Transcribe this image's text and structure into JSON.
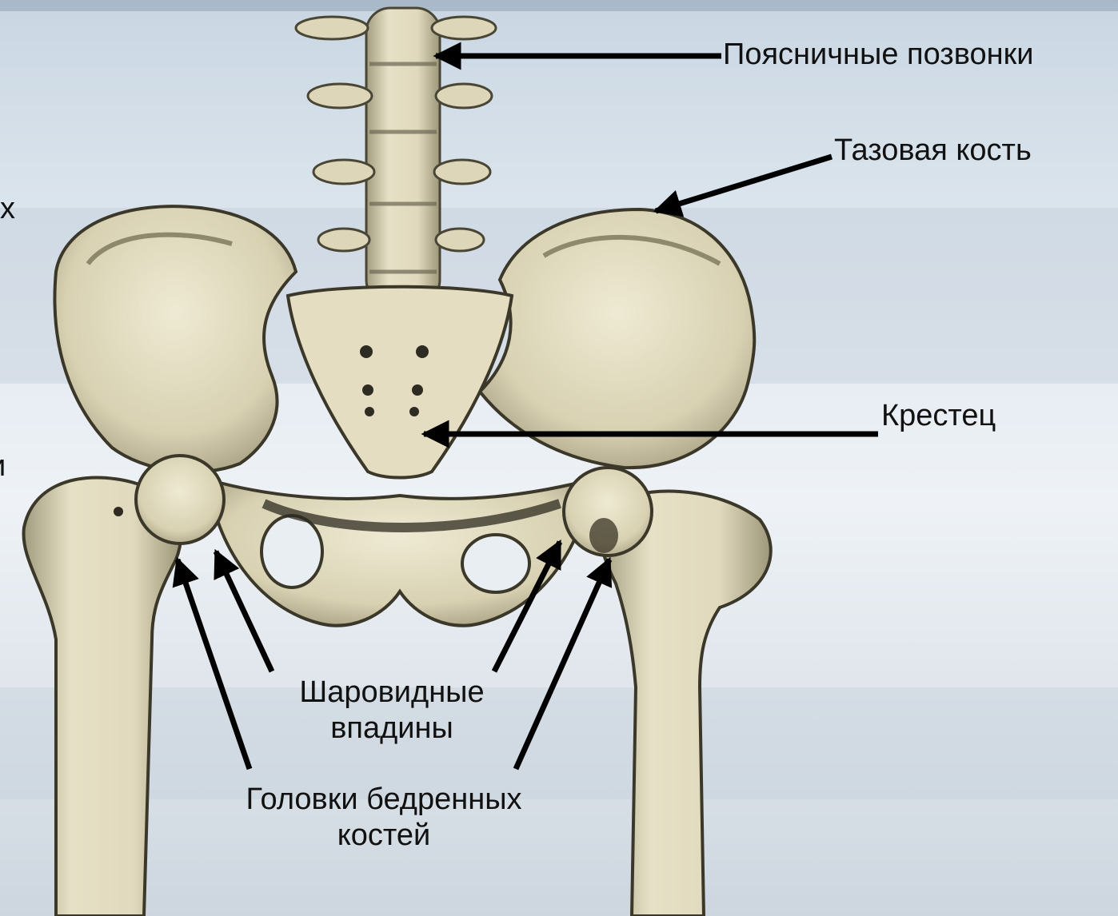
{
  "labels": {
    "lumbar": "Поясничные позвонки",
    "pelvic_bone": "Тазовая кость",
    "sacrum": "Крестец",
    "sockets_line1": "Шаровидные",
    "sockets_line2": "впадины",
    "femoral_line1": "Головки бедренных",
    "femoral_line2": "костей"
  },
  "clipped_text": {
    "left_upper": "х",
    "left_lower": "и"
  },
  "colors": {
    "bone": "#e2dcc0",
    "bone_shadow": "#9f9a7d",
    "bone_outline": "#3b382a",
    "arrow": "#000000",
    "text": "#111111"
  }
}
